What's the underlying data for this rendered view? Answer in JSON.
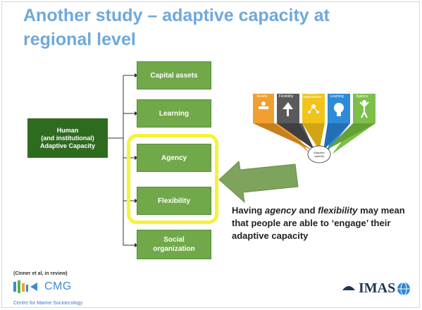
{
  "title": "Another study – adaptive capacity at regional level",
  "left_box": "Human\n(and institutional)\nAdaptive Capacity",
  "boxes": {
    "capital_assets": "Capital assets",
    "learning": "Learning",
    "agency": "Agency",
    "flexibility": "Flexibility",
    "social_organization": "Social organization"
  },
  "caption": {
    "prefix": "Having ",
    "agency": "agency",
    "and": " and ",
    "flexibility": "flexibility",
    "suffix": " may mean that people are able to ‘engage’ their adaptive capacity"
  },
  "reference": "(Cinner et al, in review)",
  "footer": "Centre for Marine Socioecology",
  "logos": {
    "cmg": "CMG",
    "imas": "IMAS"
  },
  "colors": {
    "title": "#6fa8dc",
    "dark_green": "#2f6b1f",
    "box_green": "#71a84a",
    "highlight_yellow": "#f6f23a",
    "arrow": "#7ea35c",
    "fan": [
      "#f0a030",
      "#5a5a5a",
      "#f2c318",
      "#2e8bd8",
      "#7cc04a"
    ]
  },
  "fan_labels": [
    "Assets",
    "Flexibility",
    "Social organisation",
    "Learning",
    "Agency"
  ],
  "fan_center": "Adaptive capacity",
  "fan_icons": [
    "hand-icon",
    "tree-icon",
    "network-icon",
    "head-icon",
    "person-icon"
  ]
}
